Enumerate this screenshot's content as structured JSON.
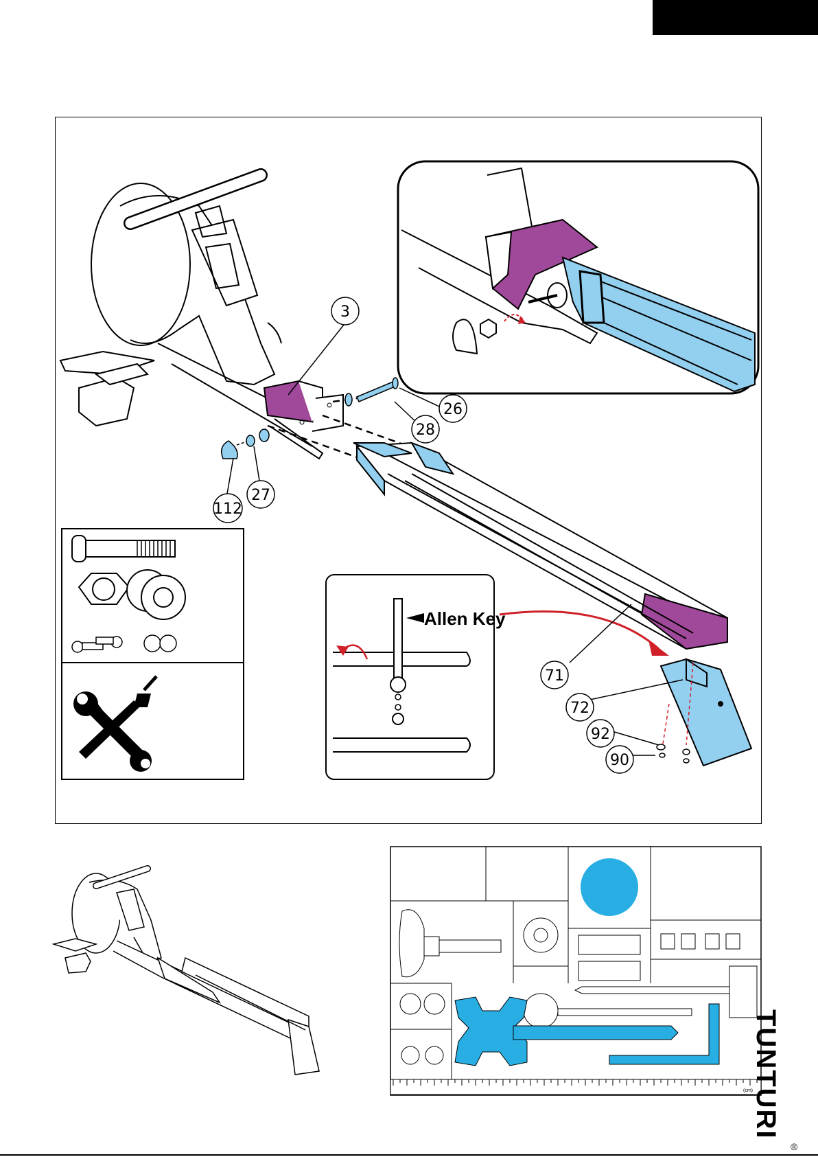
{
  "callouts": [
    {
      "id": "c3",
      "text": "3"
    },
    {
      "id": "c26",
      "text": "26"
    },
    {
      "id": "c28",
      "text": "28"
    },
    {
      "id": "c27",
      "text": "27"
    },
    {
      "id": "c112",
      "text": "112"
    },
    {
      "id": "c71",
      "text": "71"
    },
    {
      "id": "c72",
      "text": "72"
    },
    {
      "id": "c92",
      "text": "92"
    },
    {
      "id": "c90",
      "text": "90"
    }
  ],
  "allen_key_label": "Allen Key",
  "brand": "TUNTURI",
  "brand_mark": "®",
  "ruler_unit": "(cm)",
  "colors": {
    "purple": "#a0489a",
    "light_blue": "#93d0f0",
    "cyan": "#29aee3",
    "arrow_red": "#d0202a"
  }
}
